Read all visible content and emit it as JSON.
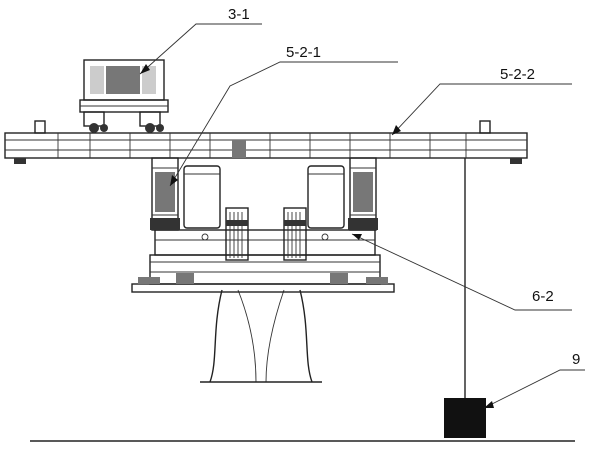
{
  "labels": {
    "l31": "3-1",
    "l521": "5-2-1",
    "l522": "5-2-2",
    "l62": "6-2",
    "l9": "9"
  },
  "colors": {
    "line": "#222222",
    "weight": "#111111",
    "background": "#ffffff"
  }
}
